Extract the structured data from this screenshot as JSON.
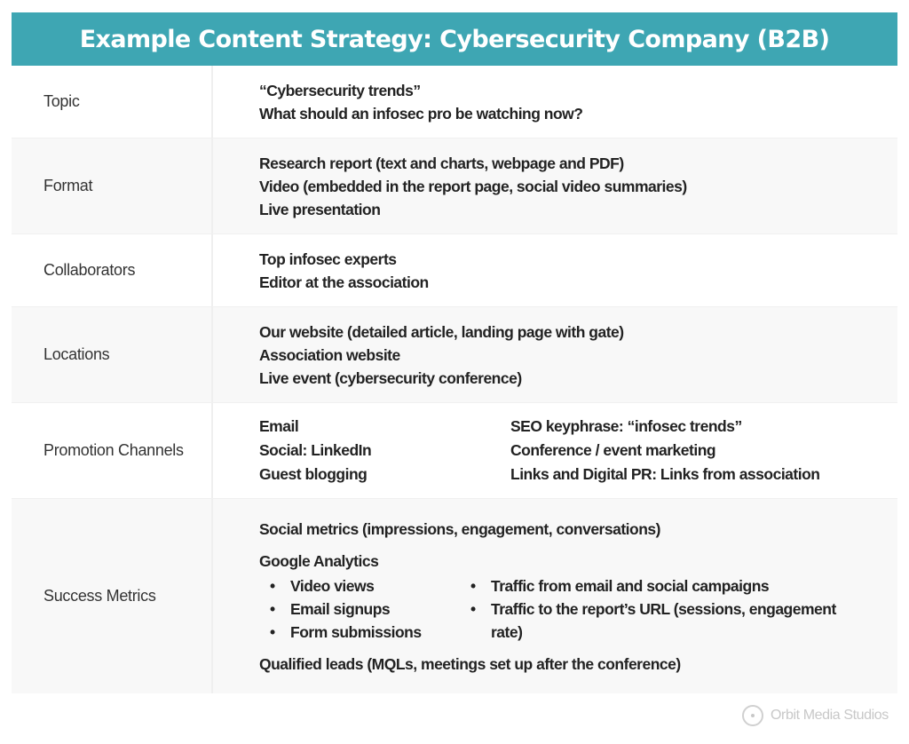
{
  "title": "Example Content Strategy: Cybersecurity Company (B2B)",
  "colors": {
    "header_bg": "#3ea6b3",
    "header_text": "#ffffff",
    "alt_row_bg": "#f8f8f8"
  },
  "rows": [
    {
      "label": "Topic",
      "lines": [
        "“Cybersecurity trends”",
        "What should an infosec pro be watching now?"
      ]
    },
    {
      "label": "Format",
      "lines": [
        "Research report (text and charts, webpage and PDF)",
        "Video (embedded in the report page, social video summaries)",
        "Live presentation"
      ]
    },
    {
      "label": "Collaborators",
      "lines": [
        "Top infosec experts",
        "Editor at the association"
      ]
    },
    {
      "label": "Locations",
      "lines": [
        "Our website (detailed article, landing page with gate)",
        "Association website",
        "Live event (cybersecurity conference)"
      ]
    },
    {
      "label": "Promotion Channels",
      "col1": [
        "Email",
        "Social: LinkedIn",
        "Guest blogging"
      ],
      "col2": [
        "SEO keyphrase: “infosec trends”",
        "Conference / event marketing",
        "Links and Digital PR: Links from association"
      ]
    },
    {
      "label": "Success Metrics",
      "social": "Social metrics (impressions, engagement, conversations)",
      "ga_heading": "Google Analytics",
      "ga_col1": [
        "Video views",
        "Email signups",
        "Form submissions"
      ],
      "ga_col2": [
        "Traffic from email and social campaigns",
        "Traffic to the report’s URL (sessions, engagement rate)"
      ],
      "leads": "Qualified leads (MQLs, meetings set up after the conference)"
    }
  ],
  "footer": {
    "logo_text": "Orbit Media Studios",
    "logo_icon": "orbit-circle-icon"
  }
}
